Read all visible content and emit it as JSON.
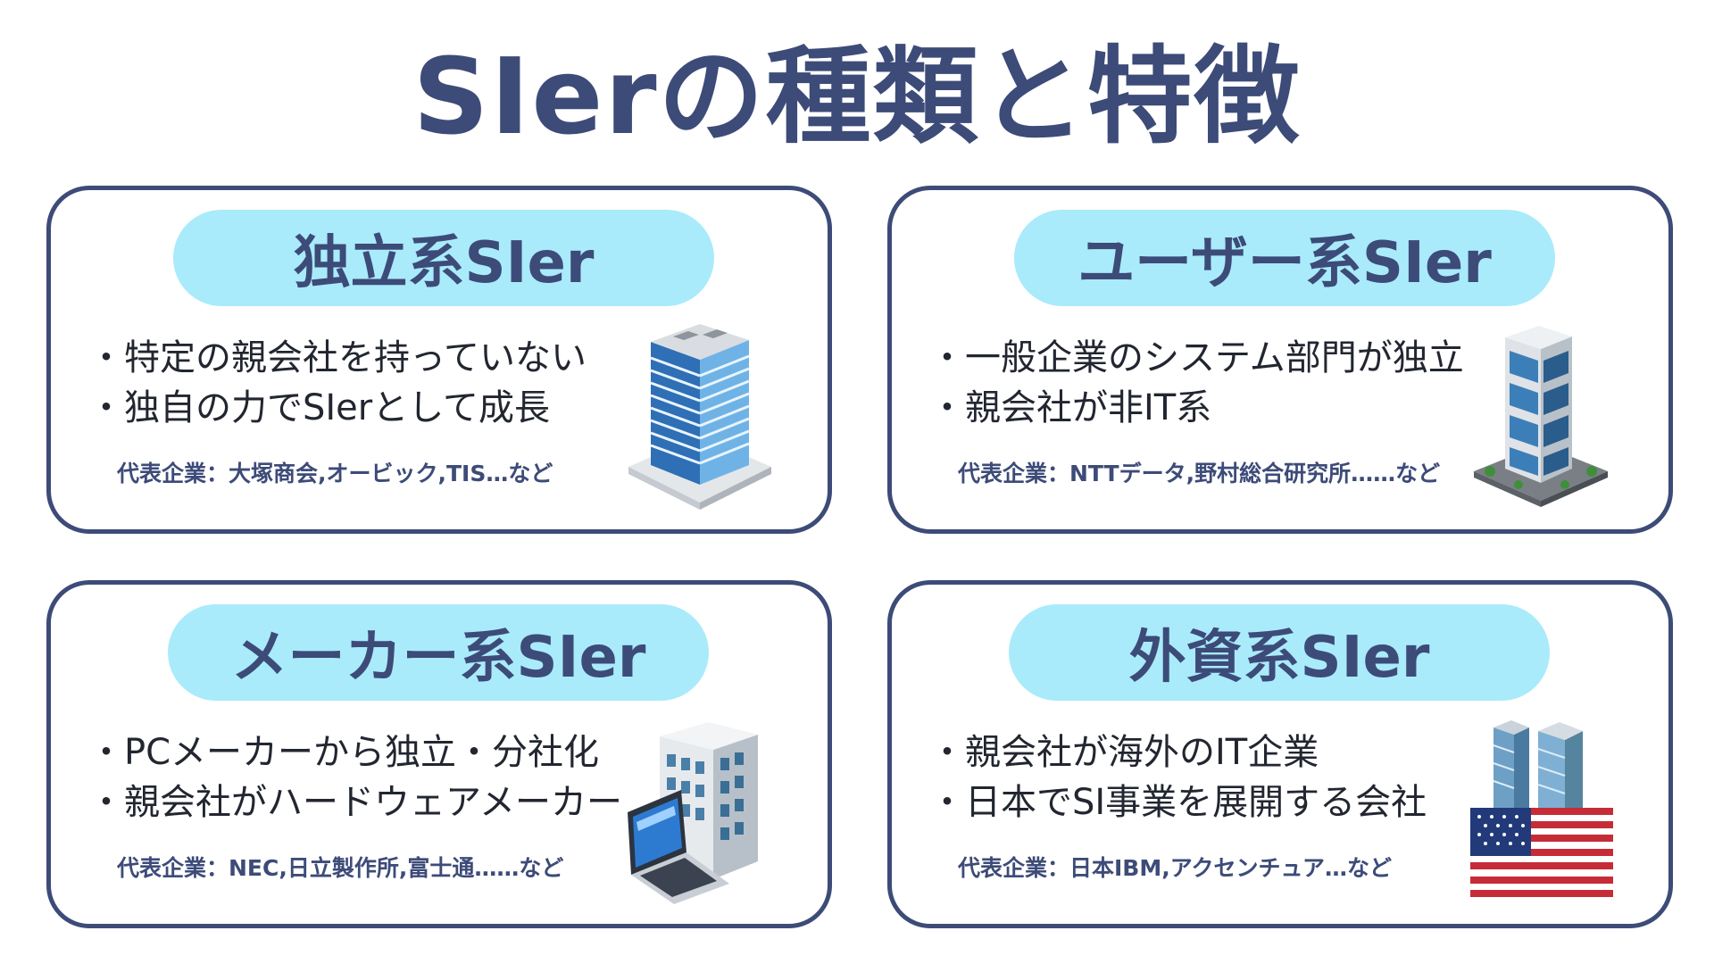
{
  "title": "SIerの種類と特徴",
  "cards": [
    {
      "heading": "独立系SIer",
      "bullets": [
        "・特定の親会社を持っていない",
        "・独自の力でSIerとして成長"
      ],
      "representative": "代表企業：大塚商会,オービック,TIS…など",
      "illustration": "office-building-icon"
    },
    {
      "heading": "ユーザー系SIer",
      "bullets": [
        "・一般企業のシステム部門が独立",
        "・親会社が非IT系"
      ],
      "representative": "代表企業：NTTデータ,野村総合研究所……など",
      "illustration": "glass-tower-icon"
    },
    {
      "heading": "メーカー系SIer",
      "bullets": [
        "・PCメーカーから独立・分社化",
        "・親会社がハードウェアメーカー"
      ],
      "representative": "代表企業：NEC,日立製作所,富士通……など",
      "illustration": "laptop-building-icon"
    },
    {
      "heading": "外資系SIer",
      "bullets": [
        "・親会社が海外のIT企業",
        "・日本でSI事業を展開する会社"
      ],
      "representative": "代表企業：日本IBM,アクセンチュア…など",
      "illustration": "us-flag-buildings-icon"
    }
  ],
  "colors": {
    "primary": "#3d4b78",
    "pill": "#a9ebfb",
    "text": "#222630"
  }
}
